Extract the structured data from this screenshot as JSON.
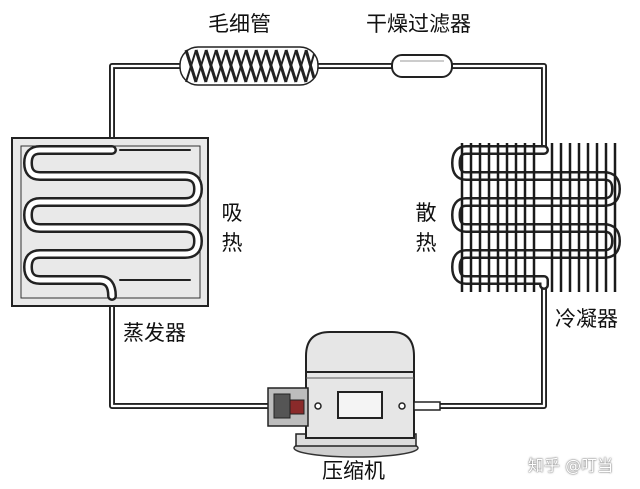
{
  "diagram": {
    "labels": {
      "capillary": "毛细管",
      "filter_dryer": "干燥过滤器",
      "evaporator": "蒸发器",
      "absorb_heat": "吸热",
      "release_heat": "散热",
      "condenser": "冷凝器",
      "compressor": "压缩机"
    },
    "watermark": "知乎 @叮当"
  }
}
